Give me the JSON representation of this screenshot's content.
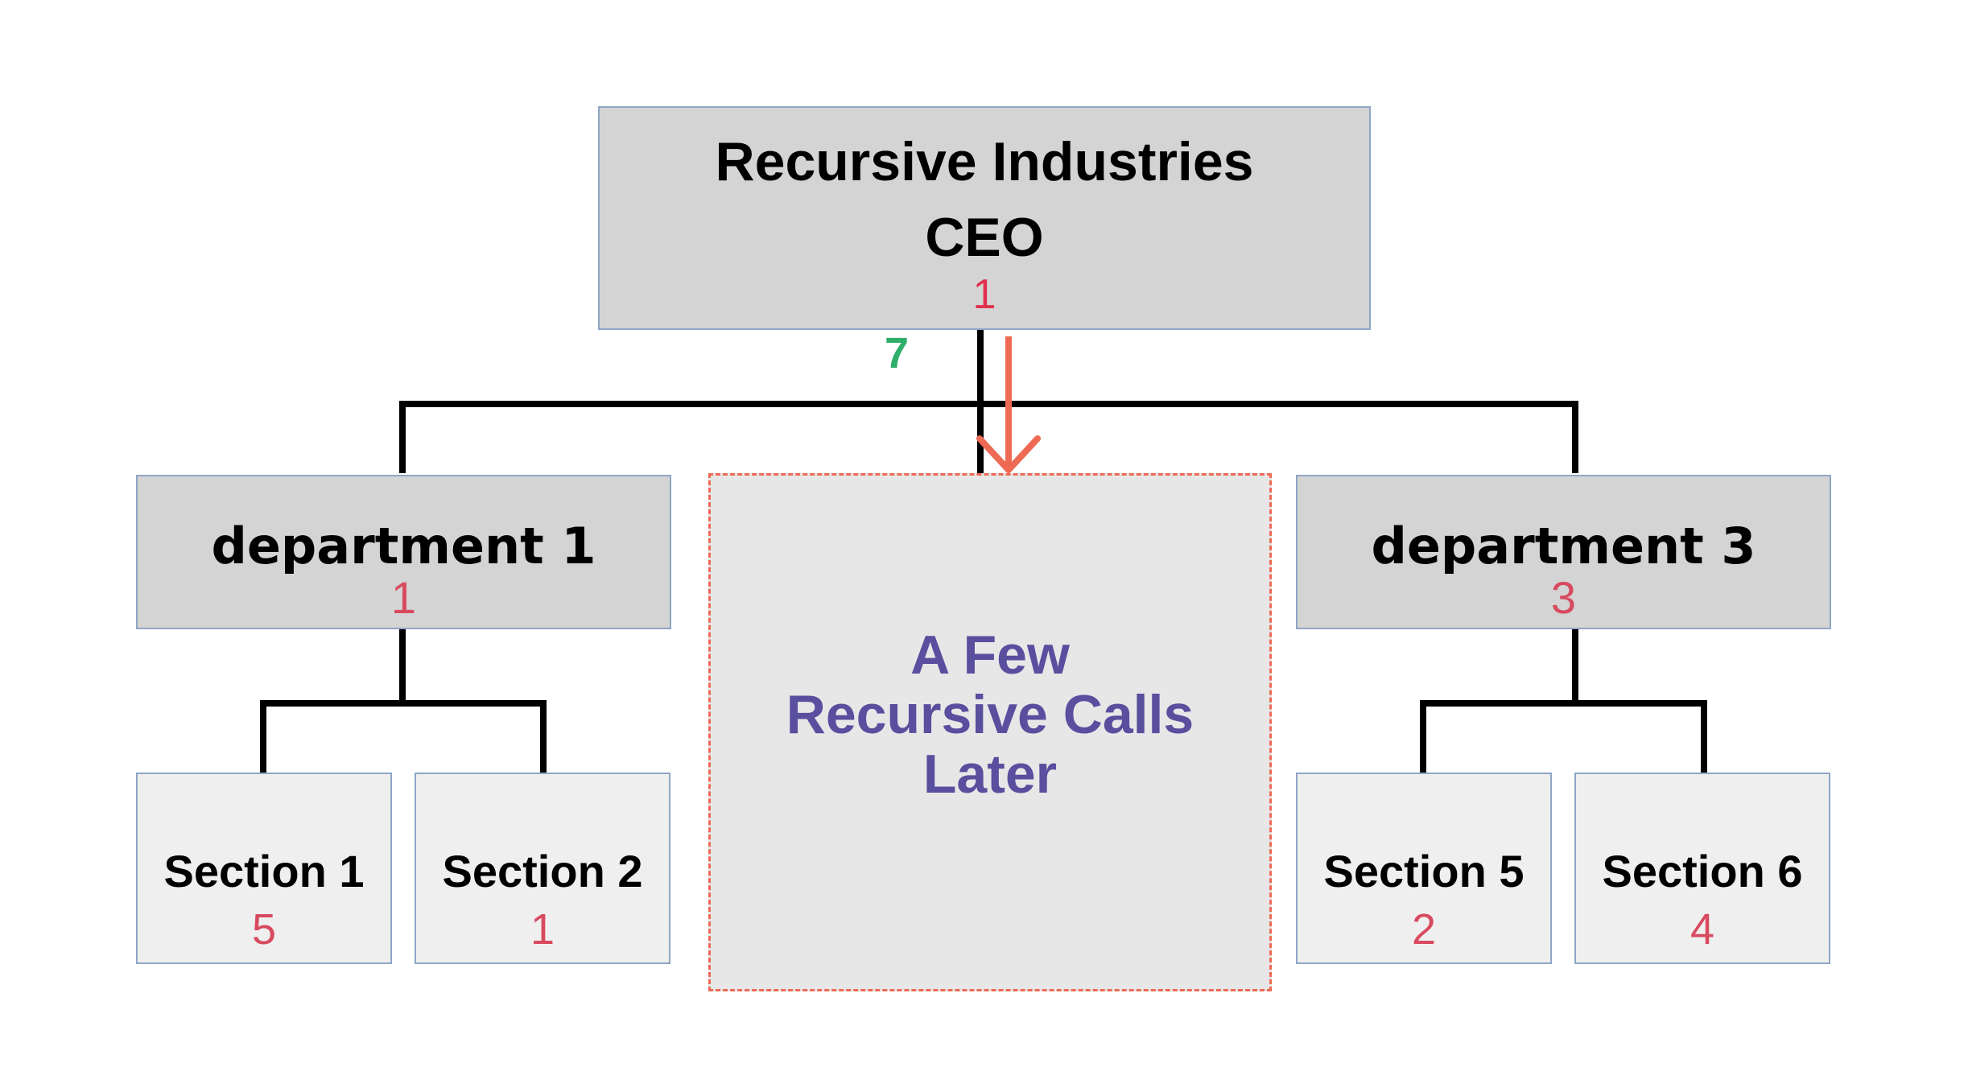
{
  "ceo": {
    "title_line1": "Recursive Industries",
    "title_line2": "CEO",
    "count": "1"
  },
  "edge_count": "7",
  "departments": [
    {
      "label": "department 1",
      "count": "1"
    },
    {
      "label": "department 3",
      "count": "3"
    }
  ],
  "sections": [
    {
      "label": "Section 1",
      "count": "5"
    },
    {
      "label": "Section 2",
      "count": "1"
    },
    {
      "label": "Section 5",
      "count": "2"
    },
    {
      "label": "Section 6",
      "count": "4"
    }
  ],
  "placeholder": {
    "line1": "A Few",
    "line2": "Recursive Calls",
    "line3": "Later"
  },
  "colors": {
    "connector": "#000000",
    "arrow": "#ee6a55",
    "node_border": "#8fa6c5",
    "count_text": "#d84a5f",
    "placeholder_text": "#5a4e9e",
    "edge_count_text": "#2fae6a"
  }
}
